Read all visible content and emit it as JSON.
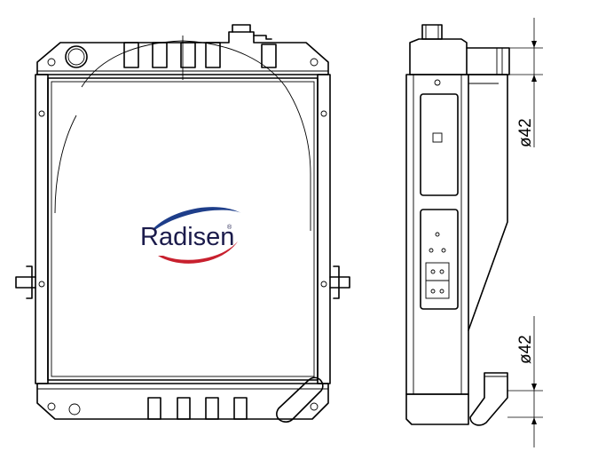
{
  "logo": {
    "text": "Radisen",
    "mark": "®",
    "swoosh_colors": [
      "#1e3e8a",
      "#c8202e"
    ]
  },
  "dimensions": {
    "top_diameter": "ø42",
    "bottom_diameter": "ø42"
  },
  "colors": {
    "line": "#000000",
    "background": "#ffffff"
  }
}
